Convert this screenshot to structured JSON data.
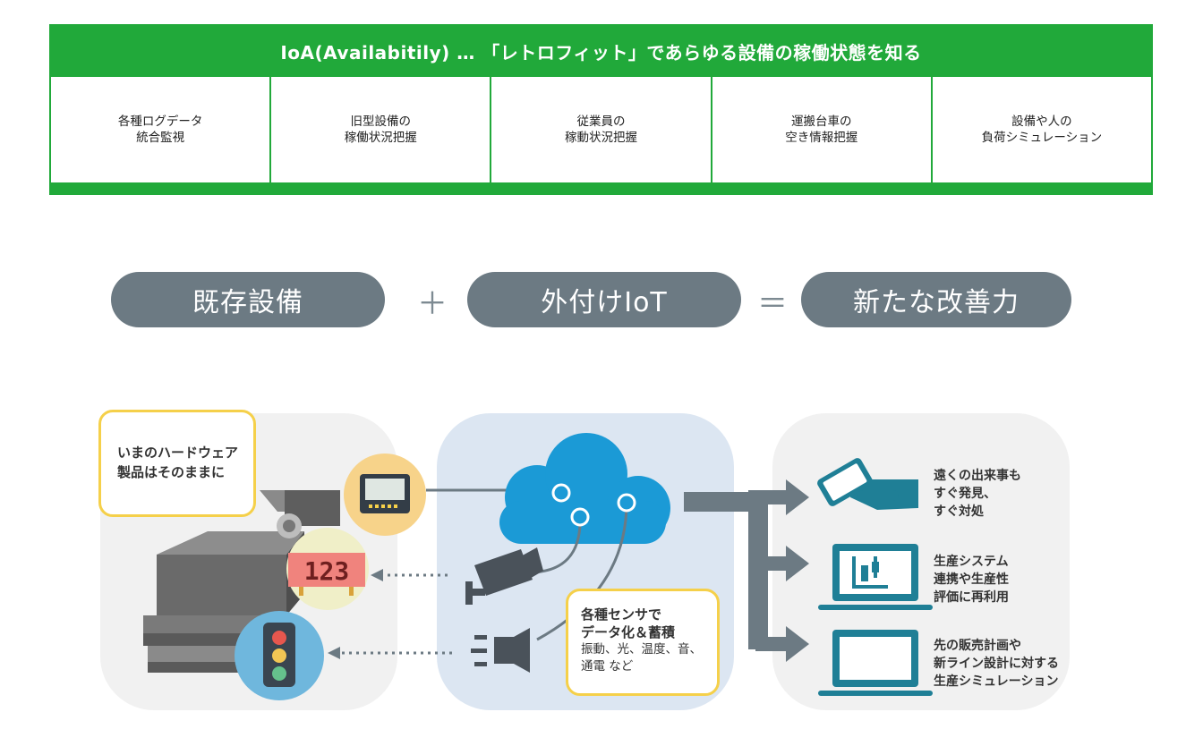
{
  "ioa": {
    "title": "IoA(Availabitily) … 「レトロフィット」であらゆる設備の稼働状態を知る",
    "cells": [
      {
        "text": "各種ログデータ\n統合監視"
      },
      {
        "text": "旧型設備の\n稼働状況把握"
      },
      {
        "text": "従業員の\n稼動状況把握"
      },
      {
        "text": "運搬台車の\n空き情報把握"
      },
      {
        "text": "設備や人の\n負荷シミュレーション"
      }
    ]
  },
  "equation": {
    "term1": "既存設備",
    "plus": "＋",
    "term2": "外付けIoT",
    "equals": "＝",
    "result": "新たな改善力"
  },
  "left_panel": {
    "callout": "いまのハードウェア\n製品はそのままに",
    "display_value": "123"
  },
  "mid_panel": {
    "callout_title": "各種センサで\nデータ化＆蓄積",
    "callout_detail": "振動、光、温度、音、\n通電 など"
  },
  "outputs": [
    {
      "text": "遠くの出来事も\nすぐ発見、\nすぐ対処",
      "icon": "smartphone-hand-icon"
    },
    {
      "text": "生産システム\n連携や生産性\n評価に再利用",
      "icon": "laptop-chart-icon"
    },
    {
      "text": "先の販売計画や\n新ライン設計に対する\n生産シミュレーション",
      "icon": "laptop-icon"
    }
  ],
  "colors": {
    "green": "#21a93a",
    "pill": "#6c7a83",
    "teal": "#1f7f96",
    "cloud": "#1b9ad6",
    "yellow": "#f5d04a"
  }
}
